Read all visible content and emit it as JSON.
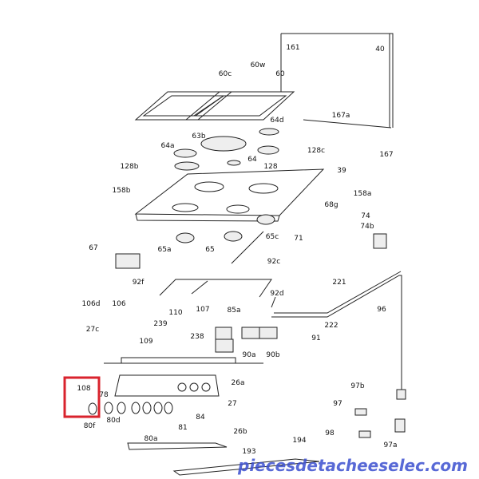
{
  "diagram": {
    "highlight_color": "#d9232d",
    "highlighted_part": "108",
    "watermark": "piecesdetacheeselec.com",
    "labels": [
      "161",
      "40",
      "60w",
      "60c",
      "60",
      "64d",
      "63b",
      "64a",
      "128c",
      "167a",
      "167",
      "64",
      "128",
      "128b",
      "39",
      "158b",
      "158a",
      "68g",
      "74",
      "74b",
      "67",
      "65a",
      "65",
      "65c",
      "71",
      "92c",
      "92f",
      "92d",
      "221",
      "96",
      "106d",
      "106",
      "110",
      "107",
      "85a",
      "239",
      "222",
      "91",
      "27c",
      "109",
      "238",
      "90a",
      "90b",
      "26a",
      "108",
      "78",
      "27",
      "97b",
      "97",
      "84",
      "80f",
      "80d",
      "81",
      "80a",
      "98",
      "97a",
      "26b",
      "194",
      "193"
    ]
  }
}
